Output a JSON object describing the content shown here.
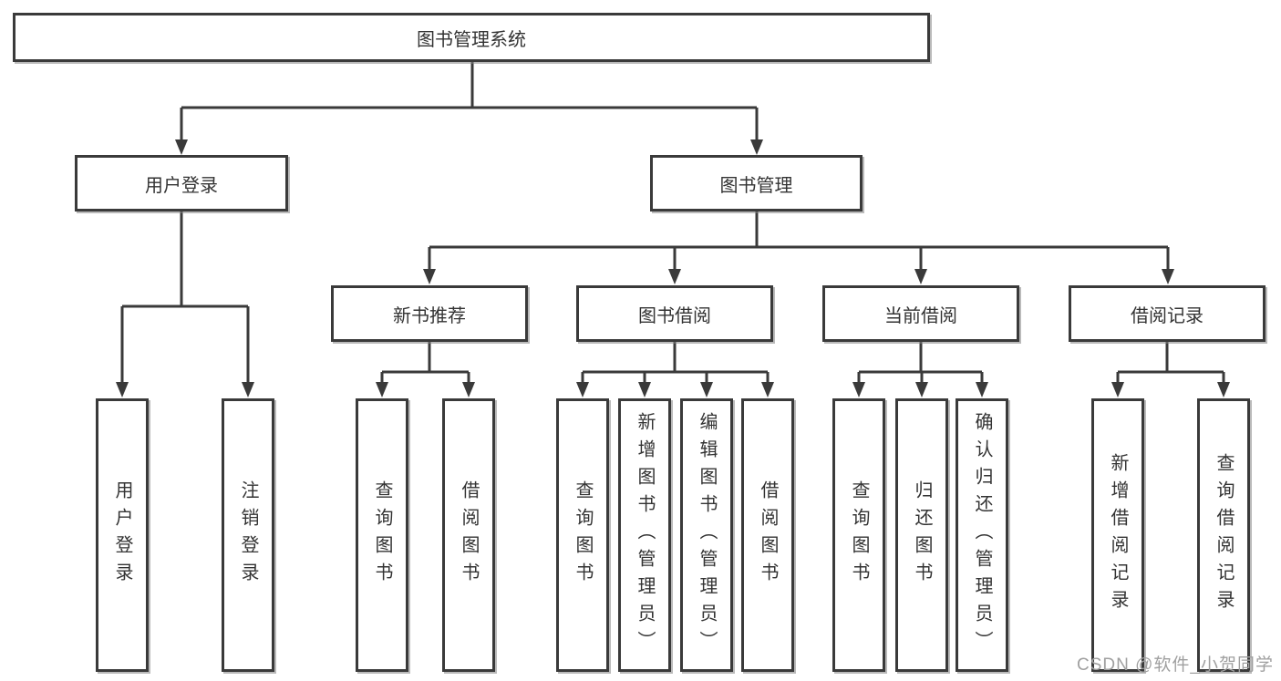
{
  "diagram": {
    "root": {
      "label": "图书管理系统"
    },
    "user": {
      "label": "用户登录",
      "children": [
        {
          "label": "用户登录"
        },
        {
          "label": "注销登录"
        }
      ]
    },
    "management": {
      "label": "图书管理",
      "sections": [
        {
          "label": "新书推荐",
          "children": [
            {
              "label": "查询图书"
            },
            {
              "label": "借阅图书"
            }
          ]
        },
        {
          "label": "图书借阅",
          "children": [
            {
              "label": "查询图书"
            },
            {
              "label": "新增图书（管理员）"
            },
            {
              "label": "编辑图书（管理员）"
            },
            {
              "label": "借阅图书"
            }
          ]
        },
        {
          "label": "当前借阅",
          "children": [
            {
              "label": "查询图书"
            },
            {
              "label": "归还图书"
            },
            {
              "label": "确认归还（管理员）"
            }
          ]
        },
        {
          "label": "借阅记录",
          "children": [
            {
              "label": "新增借阅记录"
            },
            {
              "label": "查询借阅记录"
            }
          ]
        }
      ]
    }
  },
  "watermark": {
    "text": "CSDN @软件_小贺同学"
  },
  "colors": {
    "line": "#3a3a3a",
    "box_border": "#3a3a3a",
    "box_background": "#ffffff",
    "text": "#333333",
    "watermark": "#a0a0a0",
    "page_background": "#ffffff"
  }
}
